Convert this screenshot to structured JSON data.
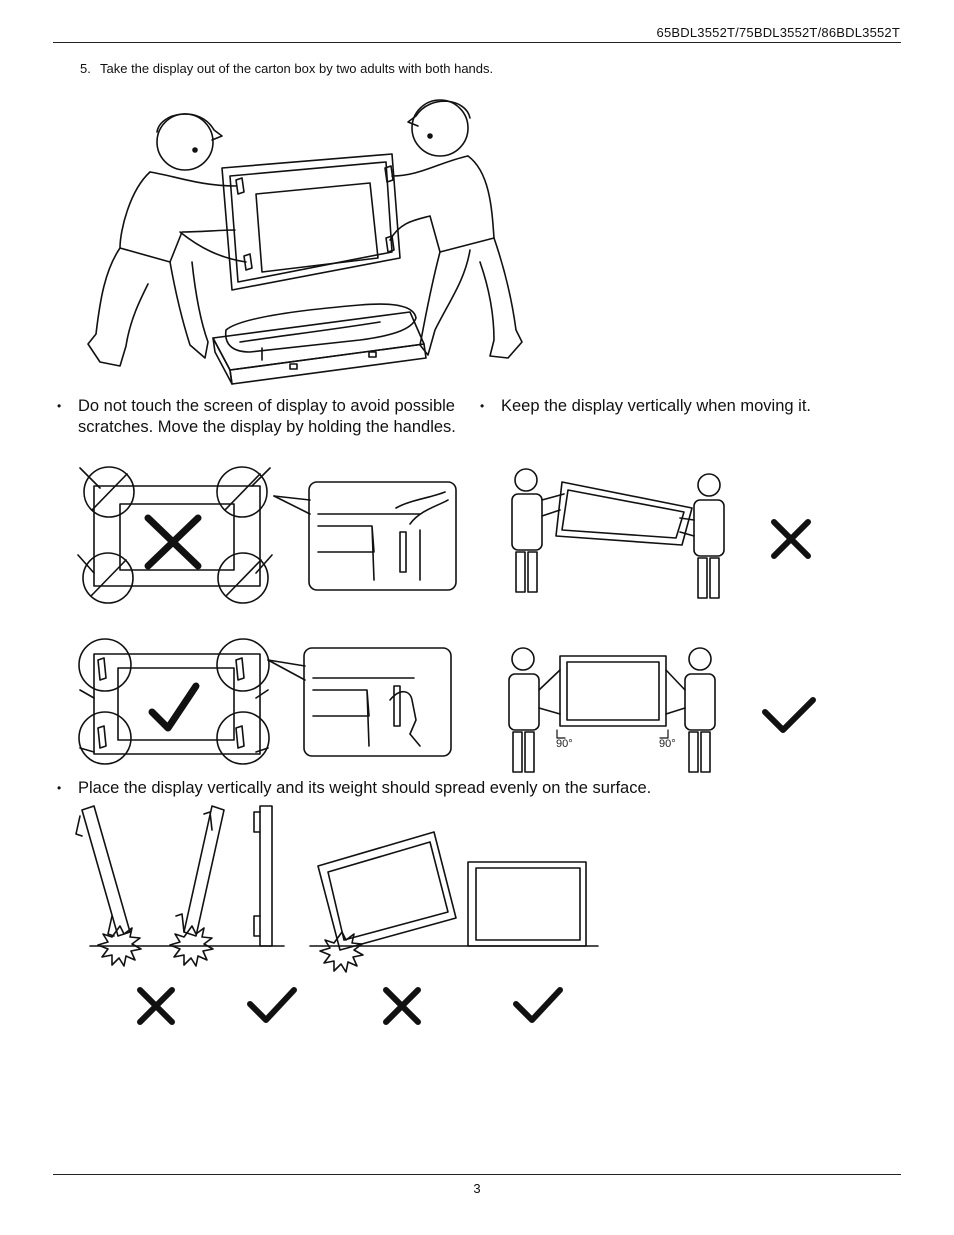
{
  "header": {
    "model": "65BDL3552T/75BDL3552T/86BDL3552T"
  },
  "step": {
    "number": "5.",
    "text": "Take the display out of the carton box by two adults with both hands."
  },
  "bullets": {
    "handles": "Do not touch the screen of display to avoid possible scratches. Move the display by holding the handles.",
    "vertical_moving": "Keep the display vertically when moving it.",
    "placement": "Place the display vertically and its weight should spread evenly on the surface."
  },
  "angle_labels": {
    "left": "90°",
    "right": "90°"
  },
  "footer": {
    "page_number": "3"
  },
  "icons": [
    "correct-check-icon",
    "wrong-cross-icon",
    "impact-burst-icon"
  ],
  "colors": {
    "line": "#111111"
  }
}
